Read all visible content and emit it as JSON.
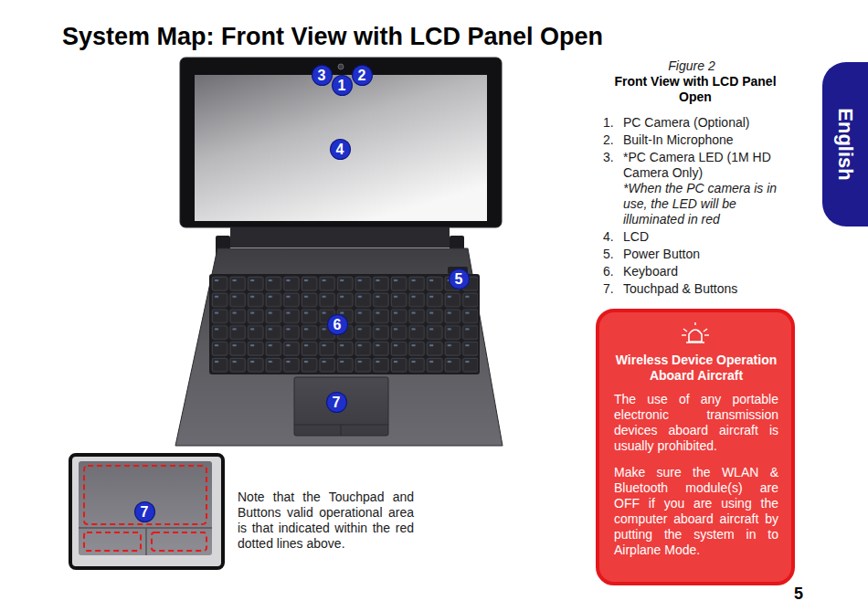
{
  "diagram": {
    "title": "System Map: Front View with LCD Panel Open",
    "caption": "Front View with LCD Panel Open",
    "nodes": [
      {
        "text": [
          "3"
        ]
      },
      {
        "text": [
          "1"
        ]
      },
      {
        "text": [
          "2"
        ]
      },
      {
        "text": [
          "4"
        ]
      },
      {
        "text": [
          "5"
        ]
      },
      {
        "text": [
          "6"
        ]
      },
      {
        "text": [
          "7"
        ]
      },
      {
        "text": [
          "7"
        ]
      },
      {
        "text": [
          "English"
        ]
      },
      {
        "text": [
          "Wireless Device Operation Aboard Aircraft",
          "The use of any portable electronic transmission devices aboard aircraft is usually prohibited.",
          "Make sure the WLAN & Bluetooth module(s) are OFF if you are using the computer aboard aircraft by putting the system in to Airplane Mode."
        ]
      }
    ],
    "labels": [
      "Figure 2",
      "1.",
      "PC Camera (Optional)",
      "2.",
      "Built-In Microphone",
      "3.",
      "*PC Camera LED (1M HD Camera Only)",
      "*When the PC camera is in use, the LED will be illuminated in red",
      "4.",
      "LCD",
      "5.",
      "Power Button",
      "6.",
      "Keyboard",
      "7.",
      "Touchpad & Buttons",
      "Note that the Touchpad and Buttons valid operational area is that indicated within the red dotted lines above.",
      "5"
    ]
  }
}
